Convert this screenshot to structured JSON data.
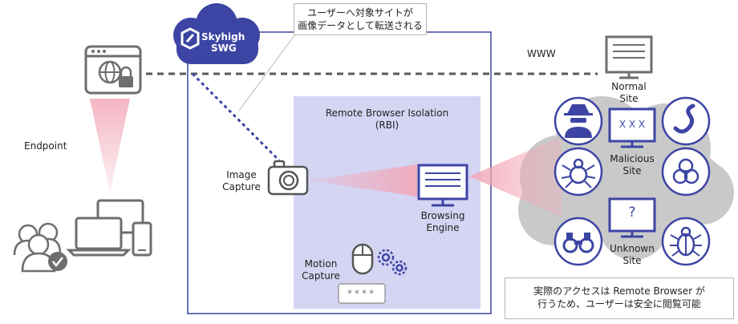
{
  "callout_top": {
    "line1": "ユーザーへ対象サイトが",
    "line2": "画像データとして転送される"
  },
  "brand": {
    "line1": "Skyhigh",
    "line2": "SWG"
  },
  "labels": {
    "www": "WWW",
    "endpoint": "Endpoint",
    "rbi_title": "Remote Browser Isolation",
    "rbi_sub": "(RBI)",
    "image_capture_1": "Image",
    "image_capture_2": "Capture",
    "browsing_engine_1": "Browsing",
    "browsing_engine_2": "Engine",
    "motion_capture_1": "Motion",
    "motion_capture_2": "Capture",
    "password_mask": "****",
    "normal_site_1": "Normal",
    "normal_site_2": "Site",
    "malicious_site_1": "Malicious",
    "malicious_site_2": "Site",
    "unknown_site_1": "Unknown",
    "unknown_site_2": "Site",
    "malicious_screen": "X X X",
    "unknown_screen": "?"
  },
  "callout_bottom": {
    "line1": "実際のアクセスは Remote Browser が",
    "line2": "行うため、ユーザーは安全に閲覧可能"
  },
  "colors": {
    "navy": "#3c45a3",
    "rbi_fill": "#d4d4f3",
    "cloud_gray": "#c9c9c9",
    "beam_pink": "#f2a8b8",
    "icon_gray": "#6e6e6e",
    "dash_gray": "#5a5a5a"
  },
  "icons": [
    "globe-lock-browser-icon",
    "users-check-icon",
    "laptop-icon",
    "desktop-icon",
    "phone-icon",
    "camera-icon",
    "monitor-icon",
    "mouse-icon",
    "gear-icon",
    "server-monitor-icon",
    "hacker-icon",
    "worm-icon",
    "spider-bug-icon",
    "biohazard-icon",
    "binoculars-icon",
    "beetle-icon",
    "cloud-icon"
  ]
}
